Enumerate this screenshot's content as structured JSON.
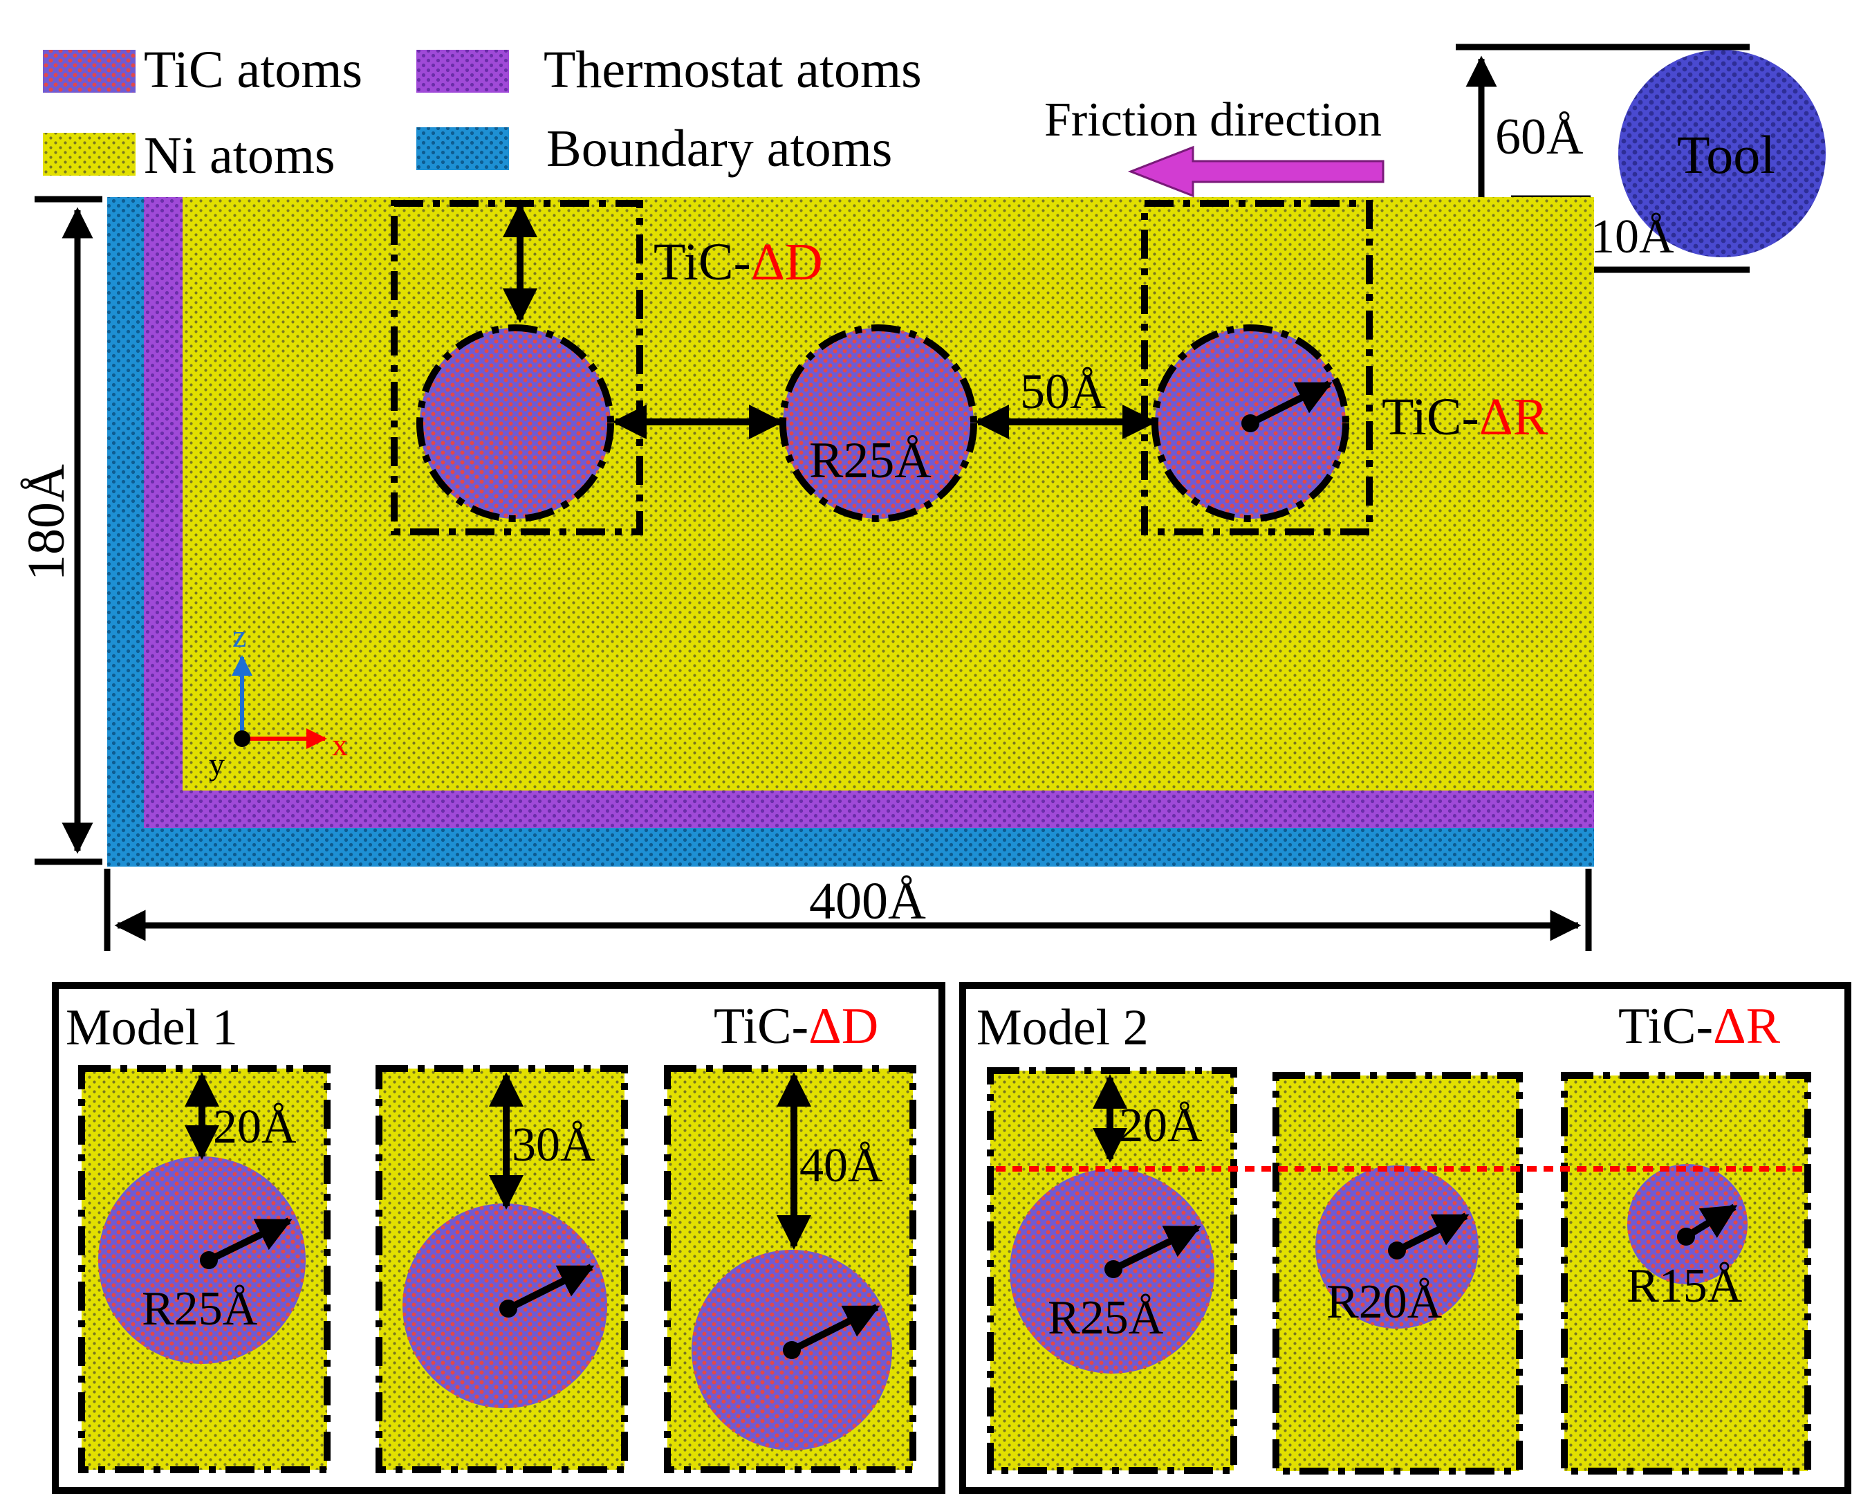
{
  "legend": {
    "tic": "TiC atoms",
    "ni": "Ni atoms",
    "thermostat": "Thermostat atoms",
    "boundary": "Boundary atoms"
  },
  "colors": {
    "ni": "#e2e000",
    "ni_dot": "#7a7a20",
    "tic": "#6f5bd3",
    "tic_dot": "#e0484a",
    "thermostat": "#a04ad8",
    "thermostat_dot": "#6a2ea8",
    "boundary": "#1e90d4",
    "boundary_dot": "#0e5c90",
    "tool": "#4a4ad0",
    "tool_dot": "#2e2e96",
    "accent": "#ff0000",
    "arrow_friction": "#d23cd2"
  },
  "main": {
    "friction_label": "Friction direction",
    "tool_label": "Tool",
    "dim_height": "180Å",
    "dim_width": "400Å",
    "dim_60": "60Å",
    "dim_10": "10Å",
    "dim_50": "50Å",
    "radius_label": "R25Å",
    "label_d_prefix": "TiC-",
    "label_d_suffix": "ΔD",
    "label_r_prefix": "TiC-",
    "label_r_suffix": "ΔR",
    "axis_z": "z",
    "axis_x": "x",
    "axis_y": "y"
  },
  "model1": {
    "title": "Model 1",
    "tag_prefix": "TiC-",
    "tag_suffix": "ΔD",
    "panels": [
      {
        "depth": "20Å",
        "radius": "R25Å"
      },
      {
        "depth": "30Å"
      },
      {
        "depth": "40Å"
      }
    ]
  },
  "model2": {
    "title": "Model 2",
    "tag_prefix": "TiC-",
    "tag_suffix": "ΔR",
    "panels": [
      {
        "depth": "20Å",
        "radius": "R25Å"
      },
      {
        "radius": "R20Å"
      },
      {
        "radius": "R15Å"
      }
    ]
  }
}
